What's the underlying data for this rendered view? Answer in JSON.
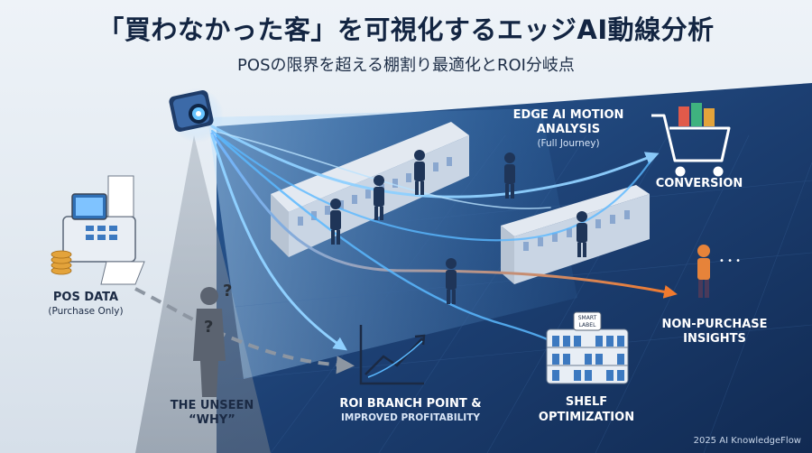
{
  "title": "「買わなかった客」を可視化するエッジAI動線分析",
  "subtitle": "POSの限界を超える棚割り最適化とROI分岐点",
  "labels": {
    "edge_ai_1": "EDGE AI MOTION",
    "edge_ai_2": "ANALYSIS",
    "edge_ai_sub": "(Full Journey)",
    "conversion": "CONVERSION",
    "pos_data": "POS DATA",
    "pos_sub": "(Purchase Only)",
    "non_purchase_1": "NON-PURCHASE",
    "non_purchase_2": "INSIGHTS",
    "unseen_1": "THE UNSEEN",
    "unseen_2": "“WHY”",
    "roi_1": "ROI BRANCH POINT &",
    "roi_2": "IMPROVED PROFITABILITY",
    "shelf_1": "SHELF",
    "shelf_2": "OPTIMIZATION",
    "smart_label_1": "SMART",
    "smart_label_2": "LABEL",
    "question_mark": "?",
    "ellipsis": "• • •"
  },
  "footer": "2025 AI KnowledgeFlow",
  "colors": {
    "navy": "#132542",
    "flow_blue": "#5ab8ff",
    "flow_orange": "#f08a3a",
    "dark_panel": "#1a3866"
  },
  "icons": [
    "camera-icon",
    "pos-register-icon",
    "cart-icon",
    "growth-chart-icon",
    "shelf-icon",
    "person-icon",
    "question-icon"
  ]
}
